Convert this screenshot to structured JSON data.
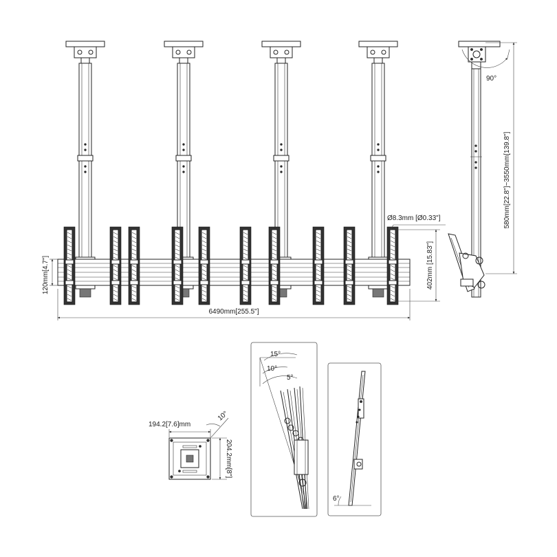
{
  "dimensions": {
    "total_width": "6490mm[255.5\"]",
    "rail_height": "120mm[4.7\"]",
    "bracket_height": "402mm [15.83\"]",
    "hole_diameter": "Ø8.3mm [Ø0.33\"]",
    "pole_length": "580mm[22.8\"]~3550mm[139.8\"]",
    "rotation": "90°",
    "plate_width": "194.2[7.6]mm",
    "plate_height": "204.2mm[8\"]",
    "plate_angle": "10°",
    "tilt_15": "15°",
    "tilt_10": "10°",
    "tilt_5": "5°",
    "tilt_6": "6°"
  },
  "colors": {
    "line": "#222222",
    "panel_border": "#555555",
    "dark_fill": "#333333"
  }
}
